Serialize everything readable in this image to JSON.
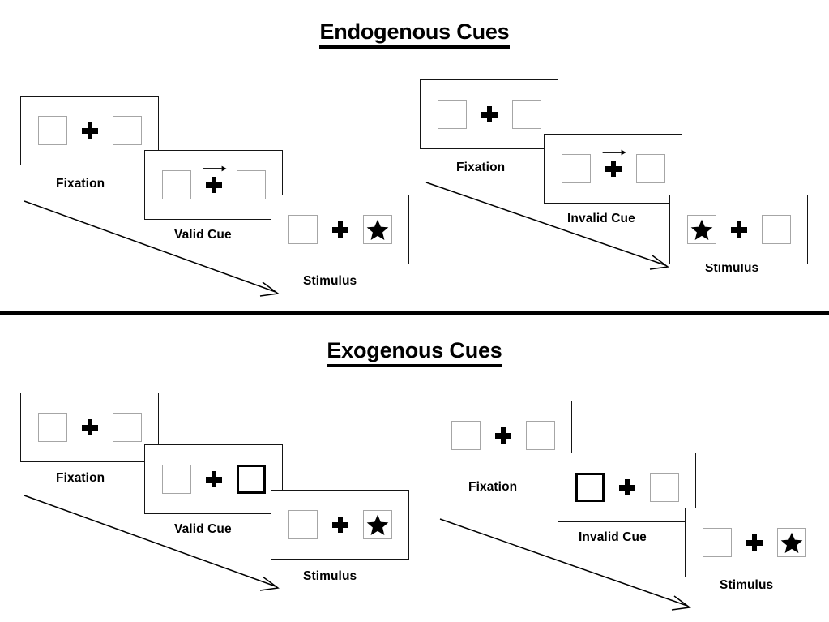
{
  "figure": {
    "title_endogenous": "Endogenous Cues",
    "title_exogenous": "Exogenous Cues",
    "colors": {
      "panel_border": "#151515",
      "box_border": "#a6a6a6",
      "cued_box_border": "#000000",
      "ink": "#000000",
      "background": "#ffffff"
    }
  },
  "sections": [
    {
      "id": "endogenous",
      "title": "Endogenous Cues",
      "sequences": [
        {
          "id": "endogenous-valid",
          "frames": [
            {
              "label": "Fixation",
              "left_box": "empty",
              "right_box": "empty",
              "cue_arrow": "none",
              "stimulus_side": "none"
            },
            {
              "label": "Valid Cue",
              "left_box": "empty",
              "right_box": "empty",
              "cue_arrow": "right",
              "stimulus_side": "none"
            },
            {
              "label": "Stimulus",
              "left_box": "empty",
              "right_box": "star",
              "cue_arrow": "none",
              "stimulus_side": "right"
            }
          ]
        },
        {
          "id": "endogenous-invalid",
          "frames": [
            {
              "label": "Fixation",
              "left_box": "empty",
              "right_box": "empty",
              "cue_arrow": "none",
              "stimulus_side": "none"
            },
            {
              "label": "Invalid Cue",
              "left_box": "empty",
              "right_box": "empty",
              "cue_arrow": "right",
              "stimulus_side": "none"
            },
            {
              "label": "Stimulus",
              "left_box": "star",
              "right_box": "empty",
              "cue_arrow": "none",
              "stimulus_side": "left"
            }
          ]
        }
      ]
    },
    {
      "id": "exogenous",
      "title": "Exogenous Cues",
      "sequences": [
        {
          "id": "exogenous-valid",
          "frames": [
            {
              "label": "Fixation",
              "left_box": "empty",
              "right_box": "empty",
              "cue_arrow": "none",
              "stimulus_side": "none"
            },
            {
              "label": "Valid Cue",
              "left_box": "empty",
              "right_box": "highlighted",
              "cue_arrow": "none",
              "stimulus_side": "none"
            },
            {
              "label": "Stimulus",
              "left_box": "empty",
              "right_box": "star",
              "cue_arrow": "none",
              "stimulus_side": "right"
            }
          ]
        },
        {
          "id": "exogenous-invalid",
          "frames": [
            {
              "label": "Fixation",
              "left_box": "empty",
              "right_box": "empty",
              "cue_arrow": "none",
              "stimulus_side": "none"
            },
            {
              "label": "Invalid Cue",
              "left_box": "highlighted",
              "right_box": "empty",
              "cue_arrow": "none",
              "stimulus_side": "none"
            },
            {
              "label": "Stimulus",
              "left_box": "empty",
              "right_box": "star",
              "cue_arrow": "none",
              "stimulus_side": "right"
            }
          ]
        }
      ]
    }
  ],
  "labels": {
    "fixation": "Fixation",
    "valid_cue": "Valid Cue",
    "invalid_cue": "Invalid Cue",
    "stimulus": "Stimulus"
  }
}
